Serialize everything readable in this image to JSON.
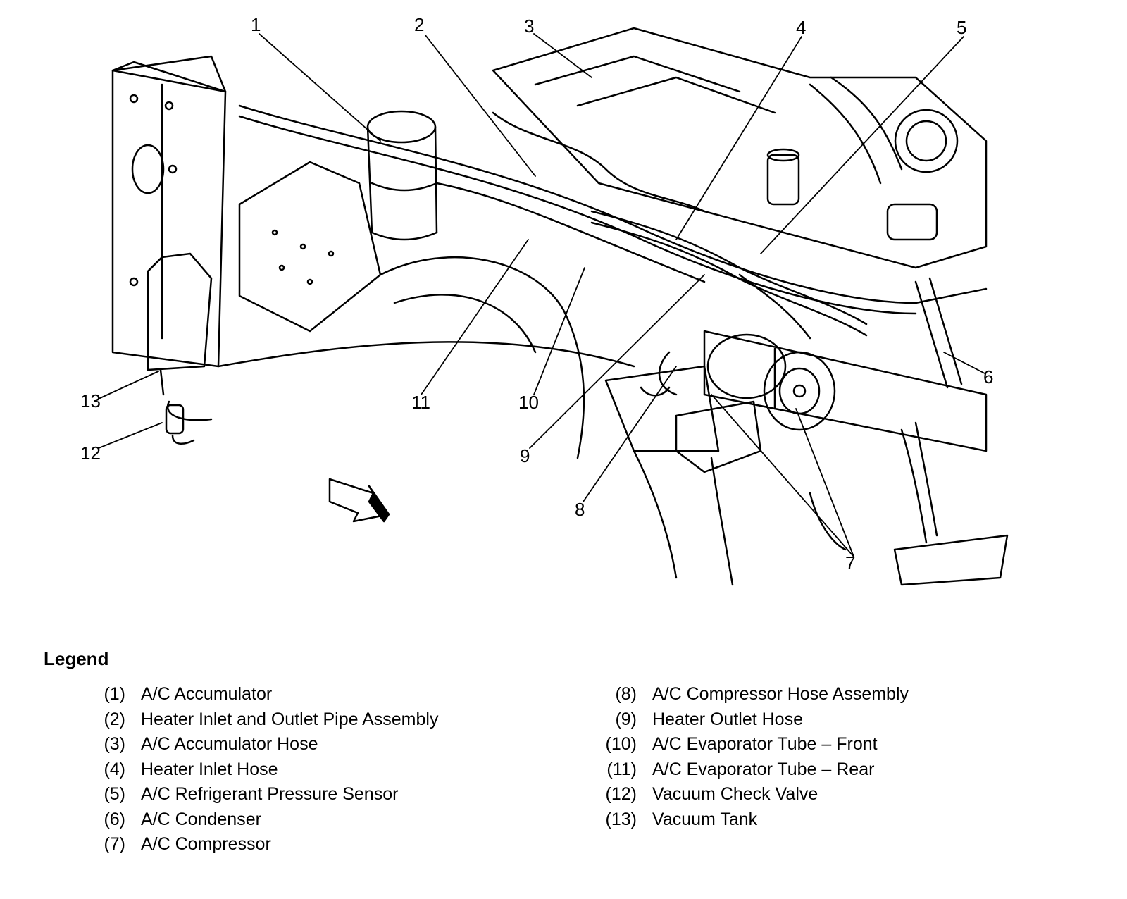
{
  "callouts": [
    {
      "id": "1",
      "label": "1"
    },
    {
      "id": "2",
      "label": "2"
    },
    {
      "id": "3",
      "label": "3"
    },
    {
      "id": "4",
      "label": "4"
    },
    {
      "id": "5",
      "label": "5"
    },
    {
      "id": "6",
      "label": "6"
    },
    {
      "id": "7",
      "label": "7"
    },
    {
      "id": "8",
      "label": "8"
    },
    {
      "id": "9",
      "label": "9"
    },
    {
      "id": "10",
      "label": "10"
    },
    {
      "id": "11",
      "label": "11"
    },
    {
      "id": "12",
      "label": "12"
    },
    {
      "id": "13",
      "label": "13"
    }
  ],
  "legend": {
    "title": "Legend",
    "left": [
      {
        "num": "(1)",
        "text": "A/C Accumulator"
      },
      {
        "num": "(2)",
        "text": "Heater Inlet and Outlet Pipe Assembly"
      },
      {
        "num": "(3)",
        "text": "A/C Accumulator Hose"
      },
      {
        "num": "(4)",
        "text": "Heater Inlet Hose"
      },
      {
        "num": "(5)",
        "text": "A/C Refrigerant Pressure Sensor"
      },
      {
        "num": "(6)",
        "text": "A/C Condenser"
      },
      {
        "num": "(7)",
        "text": "A/C Compressor"
      }
    ],
    "right": [
      {
        "num": "(8)",
        "text": "A/C Compressor Hose Assembly"
      },
      {
        "num": "(9)",
        "text": "Heater Outlet Hose"
      },
      {
        "num": "(10)",
        "text": "A/C Evaporator Tube – Front"
      },
      {
        "num": "(11)",
        "text": "A/C Evaporator Tube – Rear"
      },
      {
        "num": "(12)",
        "text": "Vacuum Check Valve"
      },
      {
        "num": "(13)",
        "text": "Vacuum Tank"
      }
    ]
  }
}
